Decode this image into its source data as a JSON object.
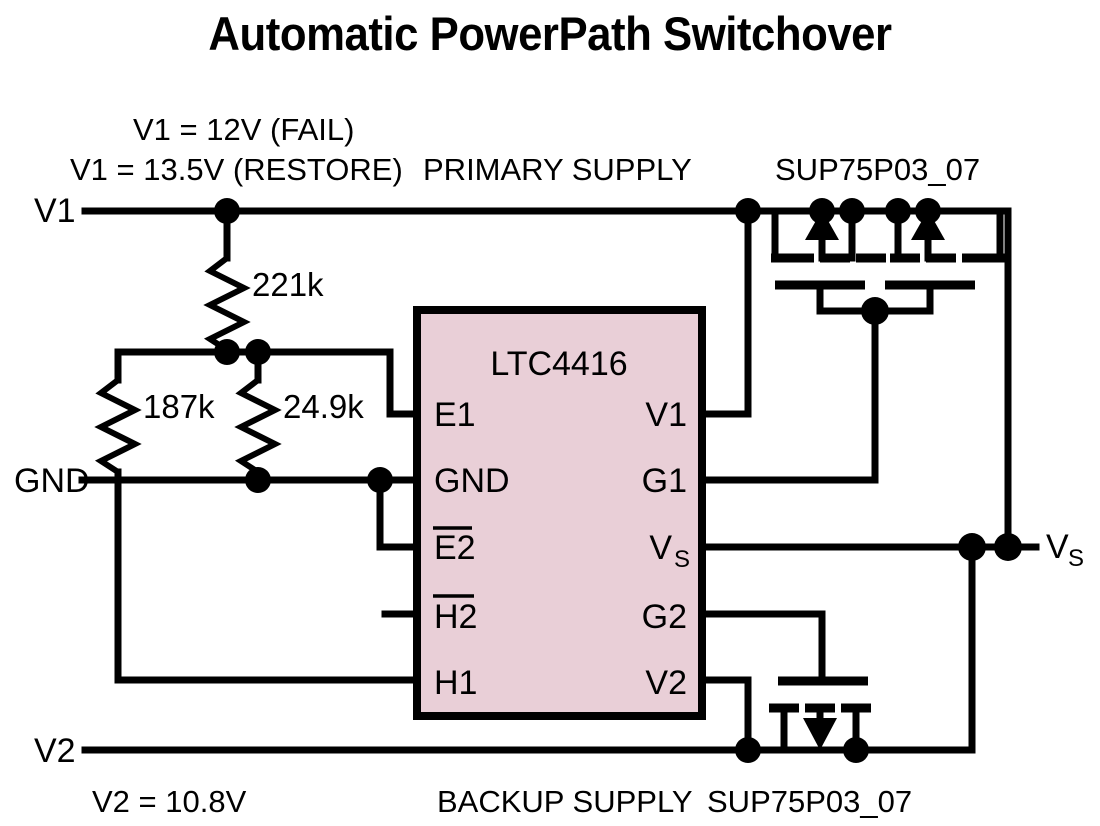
{
  "title": "Automatic PowerPath Switchover",
  "ic": {
    "part_number": "LTC4416",
    "pins_left": [
      {
        "label": "E1",
        "overline": false
      },
      {
        "label": "GND",
        "overline": false
      },
      {
        "label": "E2",
        "overline": true
      },
      {
        "label": "H2",
        "overline": true
      },
      {
        "label": "H1",
        "overline": false
      }
    ],
    "pins_right": [
      {
        "label": "V1",
        "sub": ""
      },
      {
        "label": "G1",
        "sub": ""
      },
      {
        "label": "V",
        "sub": "S"
      },
      {
        "label": "G2",
        "sub": ""
      },
      {
        "label": "V2",
        "sub": ""
      }
    ],
    "fill_color": "#e9cfd7",
    "border_color": "#000000"
  },
  "nets": {
    "v1_label": "V1",
    "gnd_label": "GND",
    "v2_label": "V2",
    "vs_label": "V",
    "vs_sub": "S"
  },
  "resistors": [
    {
      "name": "r-221k",
      "value": "221k"
    },
    {
      "name": "r-187k",
      "value": "187k"
    },
    {
      "name": "r-24k9",
      "value": "24.9k"
    }
  ],
  "annotations": {
    "v1_fail": "V1 = 12V (FAIL)",
    "v1_restore": "V1 = 13.5V (RESTORE)",
    "primary_supply": "PRIMARY SUPPLY",
    "backup_supply": "BACKUP SUPPLY",
    "v2_value": "V2 = 10.8V",
    "mosfet_top": "SUP75P03_07",
    "mosfet_bottom": "SUP75P03_07"
  },
  "colors": {
    "wire": "#000000",
    "background": "#ffffff",
    "ic_fill": "#e9cfd7"
  }
}
